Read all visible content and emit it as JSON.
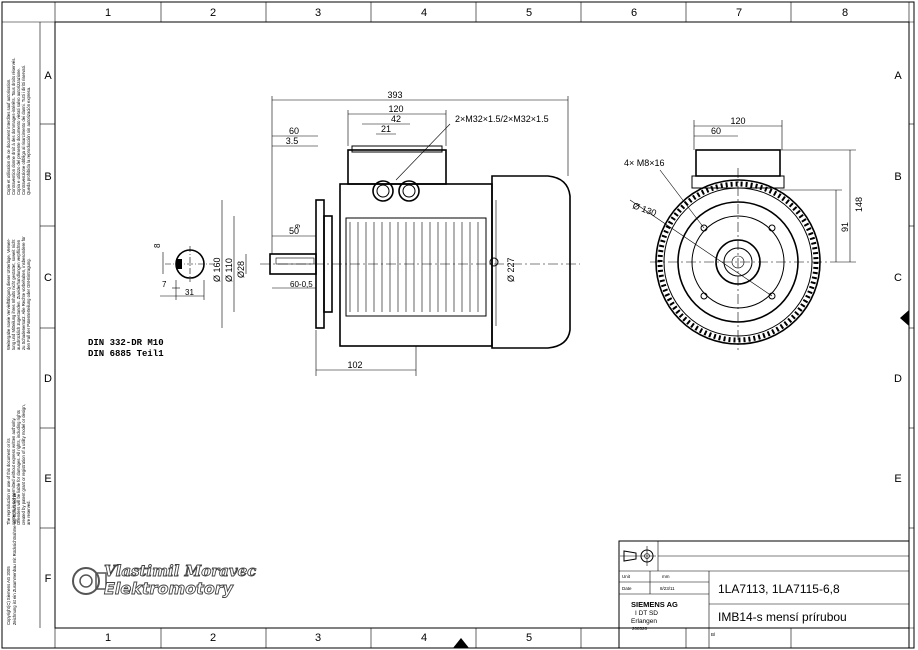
{
  "frame": {
    "columns": [
      "1",
      "2",
      "3",
      "4",
      "5",
      "6",
      "7",
      "8"
    ],
    "rows": [
      "A",
      "B",
      "C",
      "D",
      "E",
      "F"
    ]
  },
  "side_notes": [
    "Copyright(C) Siemens AG 2005",
    "Zeichnung ist ein Zusammenbau mit Rücksichtnahme auf Schutzrechte",
    "The reproduction or use of this document or its",
    "contents is not permitted without express written authority.",
    "Offenders will be liable for damages. All rights, including rights",
    "created by patent grant or registration of a utility model or design,",
    "are reserved.",
    "Weitergabe sowie Vervielfältigung dieser Unterlage, Verwer-",
    "tung und Mitteilung ihres Inhalts nicht gestattet, soweit nicht",
    "ausdrücklich zugestanden. Zuwiderhandlungen verpflichten",
    "zu Schadenersatz. Alle Rechte vorbehalten, insbesondere für",
    "den Fall der Patenterteilung oder GM-Eintragung.",
    "Copie et utilisation de ce document interdites sauf autorisation.",
    "Contravention donne droit à des dommages-intérêts. Tous droits réservés.",
    "Copia e utilizzo del presente documento vietati salvo autorizzazione.",
    "Contravenzione obbliga al risarcimento dei danni. Tutti i diritti riservati.",
    "Queda prohibida la reproducción sin autorización expresa."
  ],
  "dimensions": {
    "overall_length": "393",
    "terminal_box_width": "120",
    "gland_span": "42",
    "gland_offset": "21",
    "glands": "2×M32×1.5/2×M32×1.5",
    "shaft_len": "60",
    "shaft_step": "3.5",
    "key_len": "50",
    "flange_thick": "9",
    "shaft_tol": "60-0,5",
    "dia_flange": "Ø 160",
    "dia_spigot": "Ø 110",
    "dia_shaft": "Ø28",
    "dia_body": "Ø 227",
    "key_height": "8",
    "key_small": "7",
    "key_depth": "31",
    "foot_dist": "102",
    "front_tb": "120",
    "front_left": "60",
    "bolt_holes": "4× M8×16",
    "pcd": "Ø 130",
    "height_148": "148",
    "height_91": "91"
  },
  "notes": {
    "din1": "DIN 332-DR M10",
    "din2": "DIN 6885 Teil1"
  },
  "logo": {
    "line1": "Vlastimil Moravec",
    "line2": "Elektromotory"
  },
  "title_block": {
    "product": "1LA7113, 1LA7115-6,8",
    "description": "IMB14-s mensí prírubou",
    "company": "SIEMENS AG",
    "dept": "I DT SD",
    "city": "Erlangen",
    "code": "208526",
    "lbl_unit": "Unit",
    "unit_val": "mm",
    "lbl_date": "Date",
    "date_val": "8/23/11",
    "sheet_lbl": "Bl"
  }
}
